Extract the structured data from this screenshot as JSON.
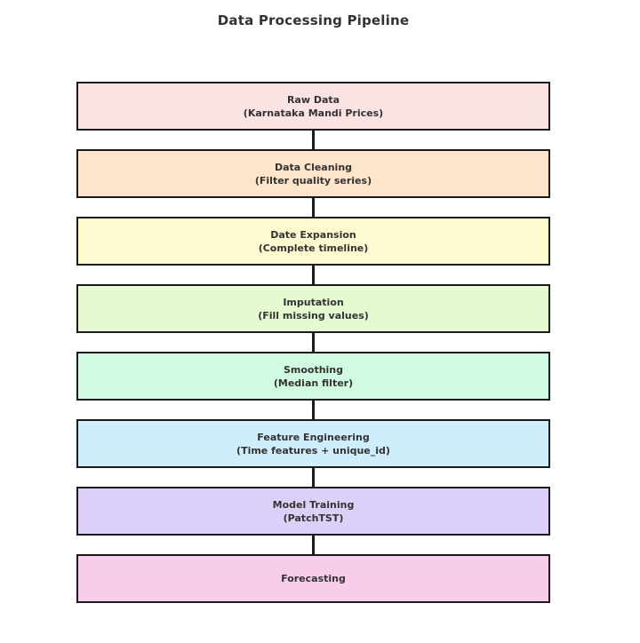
{
  "title": "Data Processing Pipeline",
  "colors": {
    "border": "#1a1a1a",
    "text": "#333333",
    "background": "#ffffff"
  },
  "stages": [
    {
      "title": "Raw Data",
      "subtitle": "(Karnataka Mandi Prices)",
      "color": "#fbe3e4"
    },
    {
      "title": "Data Cleaning",
      "subtitle": "(Filter quality series)",
      "color": "#fde4cb"
    },
    {
      "title": "Date Expansion",
      "subtitle": "(Complete timeline)",
      "color": "#fdfacf"
    },
    {
      "title": "Imputation",
      "subtitle": "(Fill missing values)",
      "color": "#e5fad0"
    },
    {
      "title": "Smoothing",
      "subtitle": "(Median filter)",
      "color": "#d1fae3"
    },
    {
      "title": "Feature Engineering",
      "subtitle": "(Time features + unique_id)",
      "color": "#cfeefb"
    },
    {
      "title": "Model Training",
      "subtitle": "(PatchTST)",
      "color": "#ddd0f8"
    },
    {
      "title": "Forecasting",
      "subtitle": "",
      "color": "#f8cdec"
    }
  ]
}
